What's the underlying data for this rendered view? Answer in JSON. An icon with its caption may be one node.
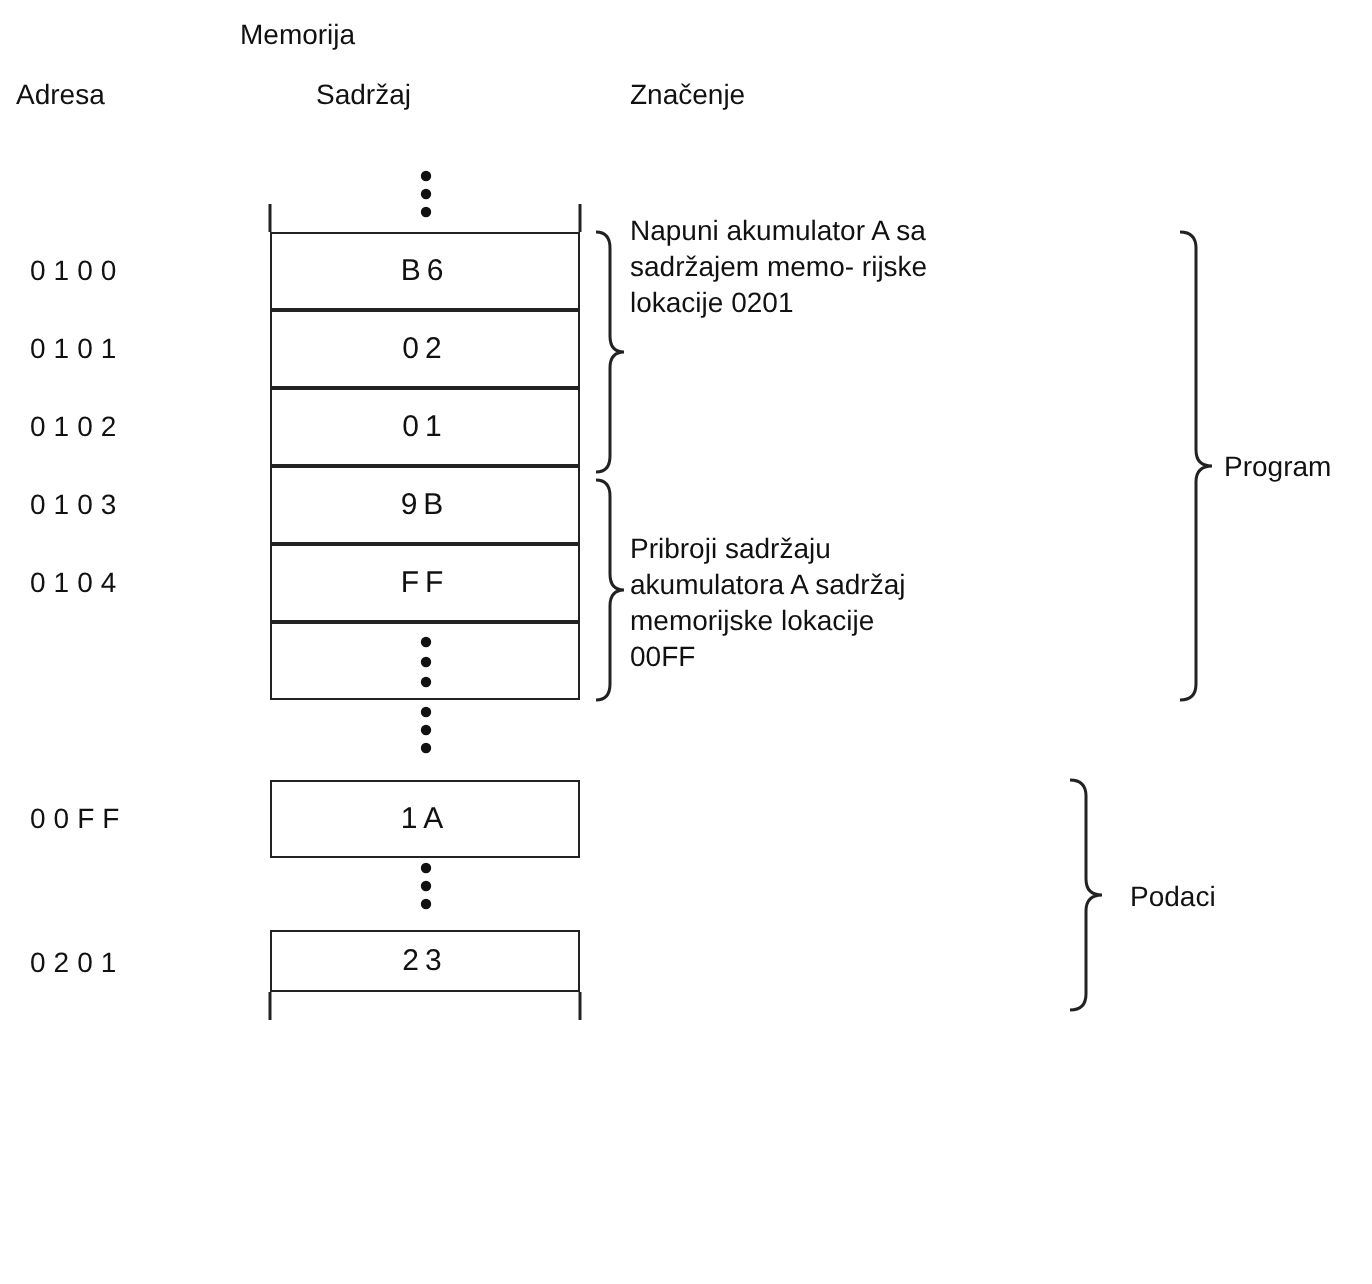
{
  "diagram": {
    "nodes": [
      {
        "text": [
          "B6"
        ]
      },
      {
        "text": [
          "02"
        ]
      },
      {
        "text": [
          "01"
        ]
      },
      {
        "text": [
          "9B"
        ]
      },
      {
        "text": [
          "FF"
        ]
      },
      {
        "text": [],
        "shape": "box"
      },
      {
        "text": [
          "1A"
        ]
      },
      {
        "text": [
          "23"
        ]
      }
    ],
    "edges": [],
    "labels": [
      "Memorija",
      "Adresa",
      "Sadržaj",
      "Značenje",
      "0100",
      "Napuni akumulator A sa sadržajem memo- rijske lokacije 0201",
      "0101",
      "0102",
      "Program",
      "0103",
      "Pribroji sadržaju akumulatora A sadržaj memorijske lokacije 00FF",
      "0104",
      "00FF",
      "Podaci",
      "0201"
    ]
  }
}
